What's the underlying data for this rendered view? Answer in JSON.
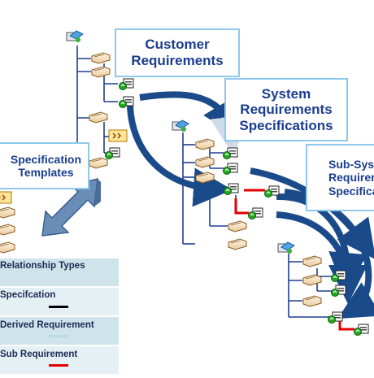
{
  "labels": {
    "customer": [
      "Customer",
      "Requirements"
    ],
    "system": [
      "System",
      "Requirements",
      "Specifications"
    ],
    "subsystem": [
      "Sub-Sys",
      "Requirem",
      "Specifica"
    ],
    "templates": [
      "Specification",
      "Templates"
    ]
  },
  "legend": {
    "title": "Relationship Types",
    "items": [
      {
        "label": "Specifcation",
        "color": "#000000"
      },
      {
        "label": "Derived Requirement",
        "color": "#b7ded8"
      },
      {
        "label": "Sub Requirement",
        "color": "#e00000"
      }
    ]
  },
  "colors": {
    "tree_line": "#1f3e8f",
    "arrow": "#1a4a8a",
    "sub_link": "#e00000",
    "label_border": "#8ec9ec",
    "label_text": "#1a3d8f",
    "legend_bg": "#dcebf0"
  }
}
